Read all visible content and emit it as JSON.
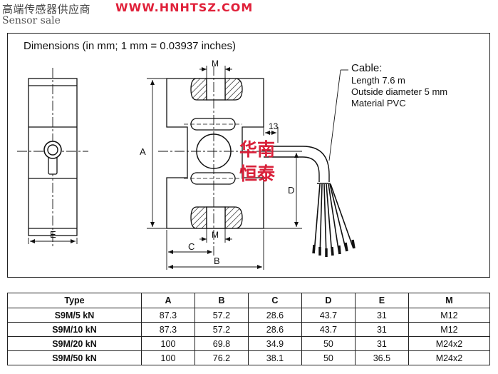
{
  "header": {
    "chinese_text": "高端传感器供应商",
    "website": "WWW.HNHTSZ.COM",
    "subtitle": "Sensor sale"
  },
  "drawing": {
    "title": "Dimensions (in mm; 1 mm = 0.03937 inches)",
    "labels": {
      "M_top": "M",
      "M_bottom": "M",
      "A": "A",
      "B": "B",
      "C": "C",
      "D": "D",
      "E": "E",
      "thirteen": "13"
    },
    "cable": {
      "title": "Cable:",
      "length": "Length 7.6 m",
      "diameter": "Outside diameter 5 mm",
      "material": "Material PVC"
    },
    "watermark": {
      "line1": "华南",
      "line2": "恒泰",
      "color": "#d9213a"
    }
  },
  "table": {
    "headers": [
      "Type",
      "A",
      "B",
      "C",
      "D",
      "E",
      "M"
    ],
    "rows": [
      [
        "S9M/5 kN",
        "87.3",
        "57.2",
        "28.6",
        "43.7",
        "31",
        "M12"
      ],
      [
        "S9M/10 kN",
        "87.3",
        "57.2",
        "28.6",
        "43.7",
        "31",
        "M12"
      ],
      [
        "S9M/20 kN",
        "100",
        "69.8",
        "34.9",
        "50",
        "31",
        "M24x2"
      ],
      [
        "S9M/50 kN",
        "100",
        "76.2",
        "38.1",
        "50",
        "36.5",
        "M24x2"
      ]
    ]
  },
  "colors": {
    "accent_red": "#e0213a",
    "line": "#111111"
  }
}
